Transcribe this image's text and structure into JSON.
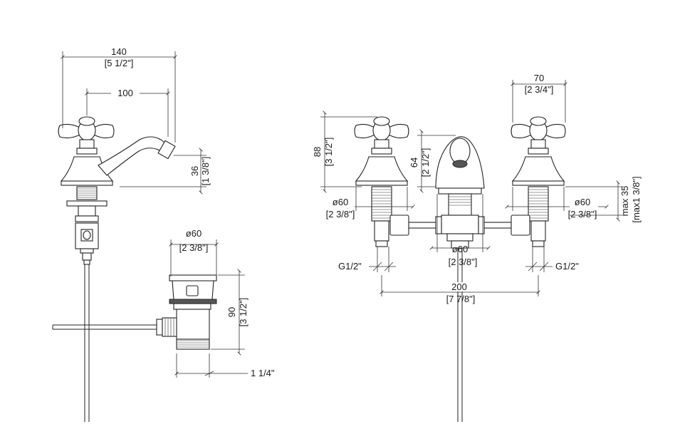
{
  "side_view": {
    "width_mm": "140",
    "width_in": "[5 1/2\"]",
    "reach_mm": "100",
    "height_mm": "36",
    "height_in": "[1 3/8\"]"
  },
  "waste": {
    "dia_mm": "ø60",
    "dia_in": "[2 3/8\"]",
    "height_mm": "90",
    "height_in": "[3 1/2\"]",
    "thread": "1 1/4\""
  },
  "front_view": {
    "handle_width_mm": "70",
    "handle_width_in": "[2 3/4\"]",
    "tap_height_mm": "88",
    "tap_height_in": "[3 1/2\"]",
    "spout_height_mm": "64",
    "spout_height_in": "[2 1/2\"]",
    "left_dia_mm": "ø60",
    "left_dia_in": "[2 3/8\"]",
    "right_dia_mm": "ø60",
    "right_dia_in": "[2 3/8\"]",
    "center_dia_mm": "ø60",
    "center_dia_in": "[2 3/8\"]",
    "max_mm": "max 35",
    "max_in": "[max1 3/8\"]",
    "left_conn": "G1/2\"",
    "right_conn": "G1/2\"",
    "spacing_mm": "200",
    "spacing_in": "[7 7/8\"]"
  }
}
